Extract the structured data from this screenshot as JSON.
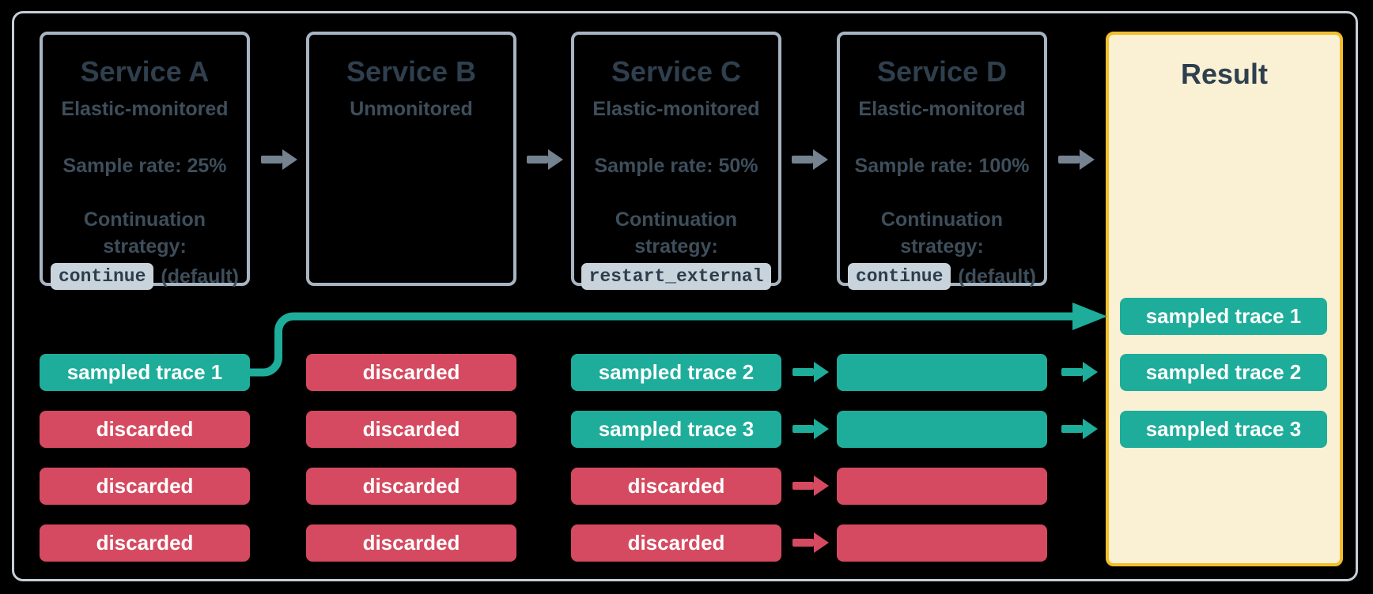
{
  "colors": {
    "background": "#000000",
    "frame_border": "#c5cfd9",
    "box_border": "#a7b5c3",
    "slate_title": "#2f3f4e",
    "slate_body": "#3e4e5b",
    "code_bg": "#c9d3dc",
    "code_text": "#2d3d4c",
    "teal": "#1ead9a",
    "red": "#d54a60",
    "arrow_gray": "#75828f",
    "result_bg": "#faf0d4",
    "result_border": "#f1bf2b",
    "pill_text": "#ffffff"
  },
  "services": {
    "a": {
      "title": "Service A",
      "monitoring": "Elastic-monitored",
      "sample_rate": "Sample rate: 25%",
      "continuation_line1": "Continuation",
      "continuation_line2": "strategy:",
      "strategy_code": "continue",
      "strategy_suffix": "(default)"
    },
    "b": {
      "title": "Service B",
      "monitoring": "Unmonitored"
    },
    "c": {
      "title": "Service C",
      "monitoring": "Elastic-monitored",
      "sample_rate": "Sample rate: 50%",
      "continuation_line1": "Continuation",
      "continuation_line2": "strategy:",
      "strategy_code": "restart_external",
      "strategy_suffix": ""
    },
    "d": {
      "title": "Service D",
      "monitoring": "Elastic-monitored",
      "sample_rate": "Sample rate: 100%",
      "continuation_line1": "Continuation",
      "continuation_line2": "strategy:",
      "strategy_code": "continue",
      "strategy_suffix": "(default)"
    }
  },
  "result": {
    "title": "Result",
    "pill1": "sampled trace 1",
    "pill2": "sampled trace 2",
    "pill3": "sampled trace 3"
  },
  "traces": {
    "a1": "sampled trace 1",
    "a2": "discarded",
    "a3": "discarded",
    "a4": "discarded",
    "b1": "discarded",
    "b2": "discarded",
    "b3": "discarded",
    "b4": "discarded",
    "c1": "sampled trace 2",
    "c2": "sampled trace 3",
    "c3": "discarded",
    "c4": "discarded"
  }
}
